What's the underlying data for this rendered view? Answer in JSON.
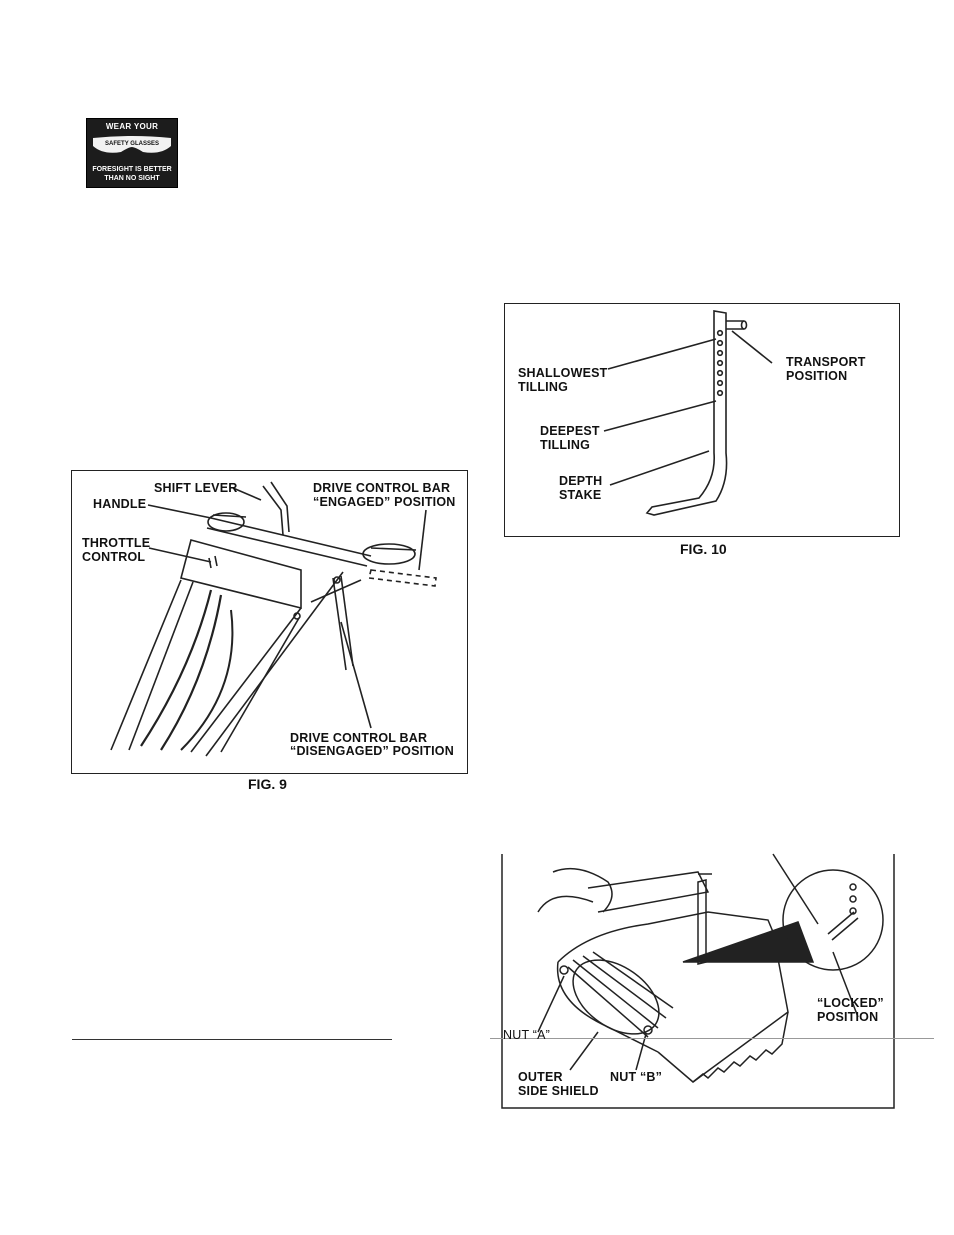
{
  "safety_badge": {
    "line1": "WEAR YOUR",
    "line2": "SAFETY GLASSES",
    "line3": "FORESIGHT IS BETTER",
    "line4": "THAN NO SIGHT"
  },
  "fig9": {
    "caption": "FIG. 9",
    "shift_lever": "SHIFT LEVER",
    "handle": "HANDLE",
    "throttle_line1": "THROTTLE",
    "throttle_line2": "CONTROL",
    "engaged_line1": "DRIVE CONTROL BAR",
    "engaged_line2": "“ENGAGED” POSITION",
    "disengaged_line1": "DRIVE CONTROL BAR",
    "disengaged_line2": "“DISENGAGED” POSITION"
  },
  "fig10": {
    "caption": "FIG. 10",
    "shallowest_line1": "SHALLOWEST",
    "shallowest_line2": "TILLING",
    "transport_line1": "TRANSPORT",
    "transport_line2": "POSITION",
    "deepest_line1": "DEEPEST",
    "deepest_line2": "TILLING",
    "depth_line1": "DEPTH",
    "depth_line2": "STAKE"
  },
  "fig11": {
    "locked_line1": "“LOCKED”",
    "locked_line2": "POSITION",
    "nut_a": "NUT “A”",
    "nut_b": "NUT “B”",
    "outer_line1": "OUTER",
    "outer_line2": "SIDE SHIELD"
  }
}
